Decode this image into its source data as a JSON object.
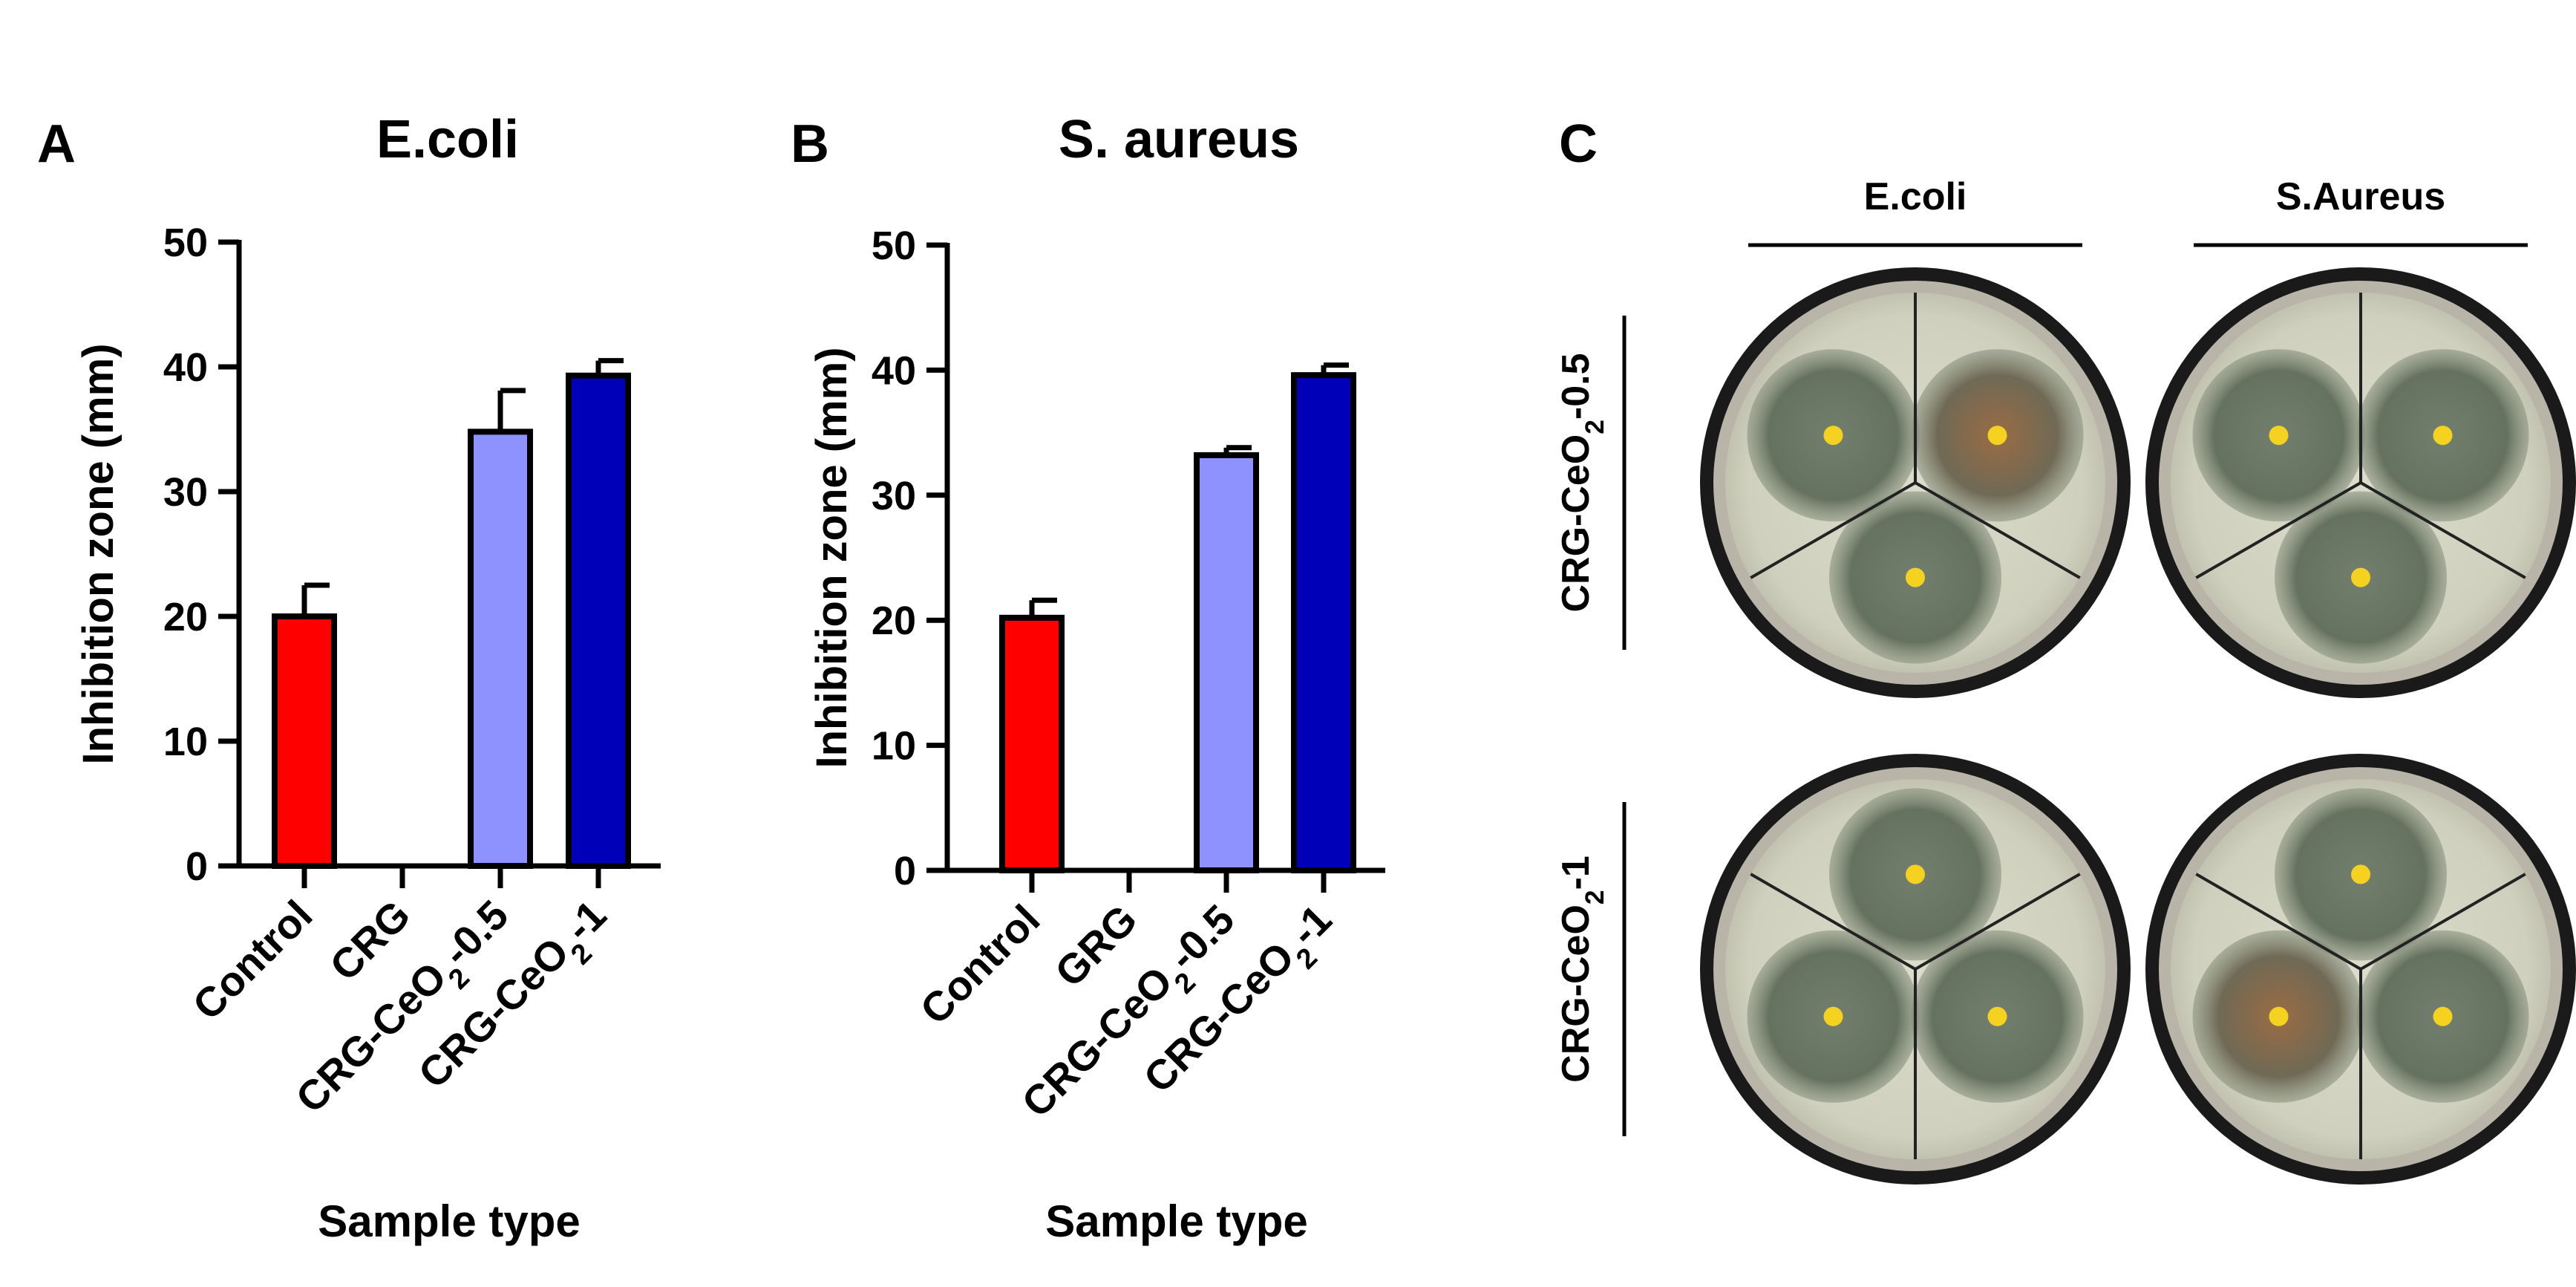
{
  "panels": {
    "a": {
      "letter": "A"
    },
    "b": {
      "letter": "B"
    },
    "c": {
      "letter": "C",
      "column_labels": [
        "E.coli",
        "S.Aureus"
      ],
      "row_labels": [
        {
          "prefix": "CRG-CeO",
          "sub": "2",
          "suffix": "-0.5"
        },
        {
          "prefix": "CRG-CeO",
          "sub": "2",
          "suffix": "-1"
        }
      ]
    }
  },
  "colors": {
    "control": "#ff0000",
    "crg": "#ffffff",
    "ceo05": "#8e92ff",
    "ceo1": "#0000b8",
    "plate_rim": "#1a1a1a",
    "agar": "#d8d9c9",
    "zone": "#6d7a6c",
    "zone_warm": "#8a6a4a",
    "disc": "#f4d21f"
  },
  "chart_data": [
    {
      "type": "bar",
      "title": "E.coli",
      "xlabel": "Sample type",
      "ylabel": "Inhibition zone (mm)",
      "ylim": [
        0,
        50
      ],
      "yticks": [
        0,
        10,
        20,
        30,
        40,
        50
      ],
      "categories": [
        {
          "prefix": "Control",
          "sub": "",
          "suffix": ""
        },
        {
          "prefix": "CRG",
          "sub": "",
          "suffix": ""
        },
        {
          "prefix": "CRG-CeO",
          "sub": "2",
          "suffix": "-0.5"
        },
        {
          "prefix": "CRG-CeO",
          "sub": "2",
          "suffix": "-1"
        }
      ],
      "values": [
        20,
        0,
        34.8,
        39.3
      ],
      "errors": [
        2.5,
        0,
        3.3,
        1.2
      ]
    },
    {
      "type": "bar",
      "title": "S. aureus",
      "xlabel": "Sample type",
      "ylabel": "Inhibition zone (mm)",
      "ylim": [
        0,
        50
      ],
      "yticks": [
        0,
        10,
        20,
        30,
        40,
        50
      ],
      "categories": [
        {
          "prefix": "Control",
          "sub": "",
          "suffix": ""
        },
        {
          "prefix": "GRG",
          "sub": "",
          "suffix": ""
        },
        {
          "prefix": "CRG-CeO",
          "sub": "2",
          "suffix": "-0.5"
        },
        {
          "prefix": "CRG-CeO",
          "sub": "2",
          "suffix": "-1"
        }
      ],
      "values": [
        20.2,
        0,
        33.2,
        39.6
      ],
      "errors": [
        1.4,
        0,
        0.6,
        0.8
      ]
    }
  ]
}
